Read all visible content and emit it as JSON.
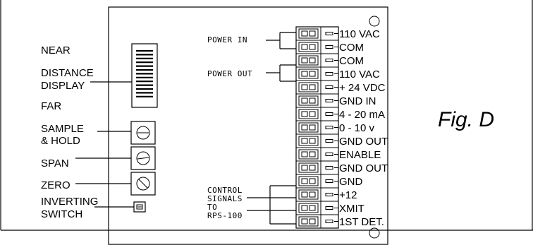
{
  "left_labels": {
    "near": "NEAR",
    "distance_display": [
      "DISTANCE",
      "DISPLAY"
    ],
    "far": "FAR",
    "sample_hold": [
      "SAMPLE",
      "& HOLD"
    ],
    "span": "SPAN",
    "zero": "ZERO",
    "inverting_switch": [
      "INVERTING",
      "SWITCH"
    ]
  },
  "group_labels": {
    "power_in": "POWER  IN",
    "power_out": "POWER  OUT",
    "control_signals": [
      "CONTROL",
      "SIGNALS",
      "TO",
      "RPS-100"
    ]
  },
  "terminals": [
    "110 VAC",
    "COM",
    "COM",
    "110 VAC",
    "+ 24 VDC",
    "GND IN",
    "4 - 20 mA",
    "0 - 10 v",
    "GND OUT",
    "ENABLE",
    "GND OUT",
    "GND",
    "+12",
    "XMIT",
    "1ST DET."
  ],
  "figure_label": "Fig. D"
}
